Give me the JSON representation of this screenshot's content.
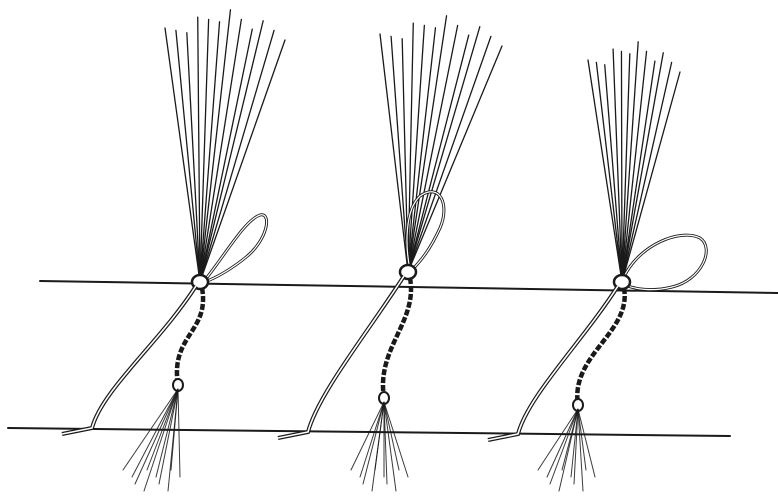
{
  "figure": {
    "ink_color": "#1a1a1a",
    "background": "#ffffff",
    "rails": [
      {
        "id": "upper-rail"
      },
      {
        "id": "lower-rail"
      }
    ],
    "knots": [
      {
        "id": "knot-1",
        "loop_side": "right",
        "loop_size": "medium"
      },
      {
        "id": "knot-2",
        "loop_side": "up",
        "loop_size": "small"
      },
      {
        "id": "knot-3",
        "loop_side": "right",
        "loop_size": "large"
      }
    ]
  }
}
